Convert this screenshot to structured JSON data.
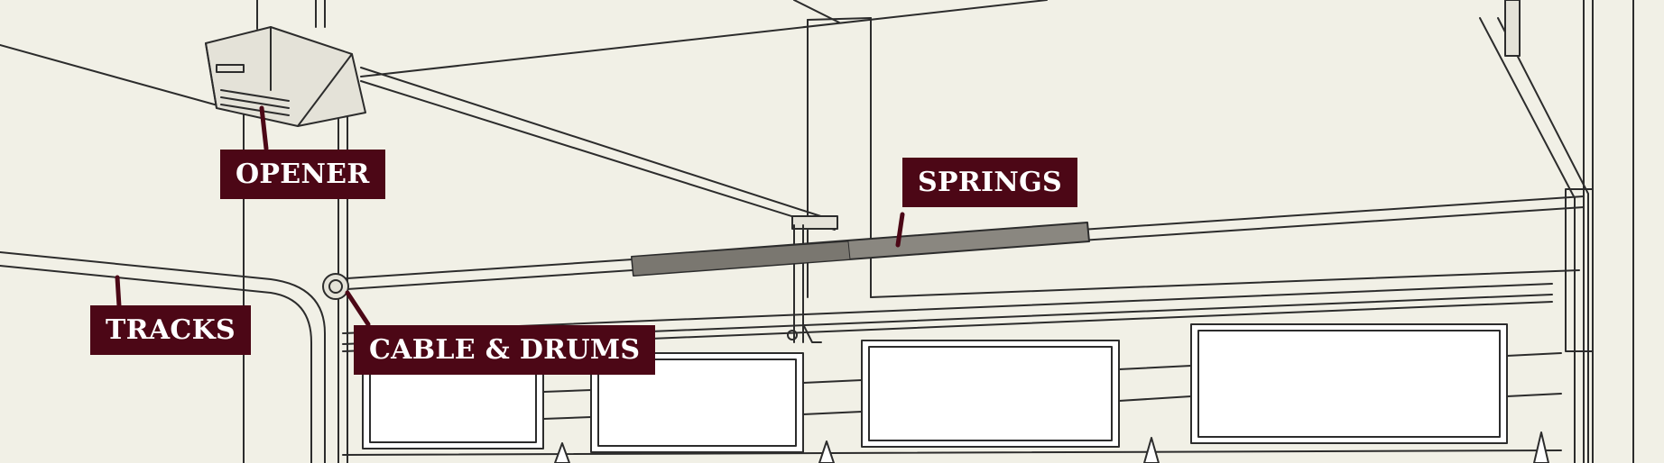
{
  "labels": {
    "opener": "OPENER",
    "springs": "SPRINGS",
    "tracks": "TRACKS",
    "cable_drums": "CABLE & DRUMS"
  },
  "colors": {
    "background": "#f1f0e6",
    "label_fill": "#4c0716",
    "label_text": "#ffffff",
    "line": "#2c2c2c"
  }
}
